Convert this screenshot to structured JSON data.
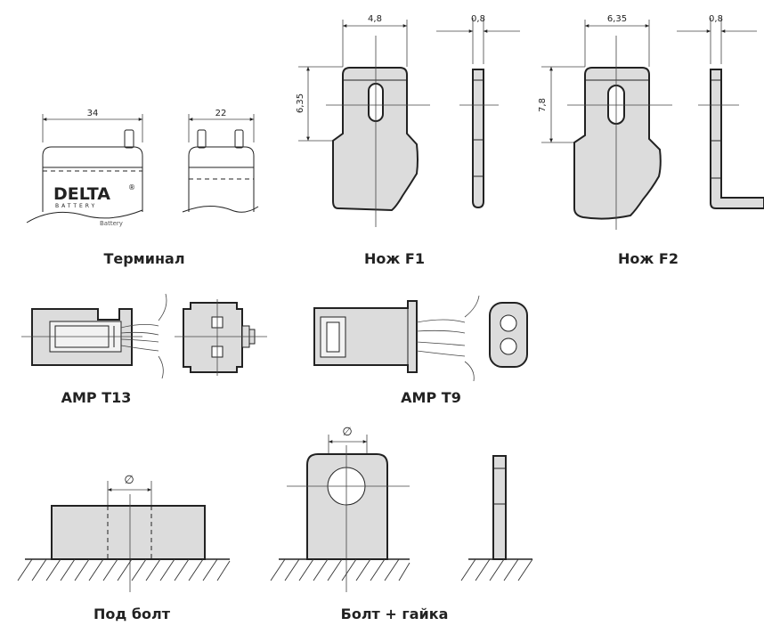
{
  "captions": {
    "terminal": "Терминал",
    "f1": "Нож F1",
    "f2": "Нож F2",
    "t13": "AMP T13",
    "t9": "AMP T9",
    "bolt": "Под болт",
    "bolt_nut": "Болт + гайка"
  },
  "dimensions": {
    "terminal_width": "34",
    "terminal_depth": "22",
    "f1_width": "4,8",
    "f1_height": "6,35",
    "f1_thickness": "0,8",
    "f2_width": "6,35",
    "f2_height": "7,8",
    "f2_thickness": "0,8",
    "diameter_symbol": "∅"
  },
  "brand": {
    "logo_text": "DELTA",
    "logo_sub": "BATTERY",
    "registered": "®",
    "label_fragment": "Battery"
  }
}
